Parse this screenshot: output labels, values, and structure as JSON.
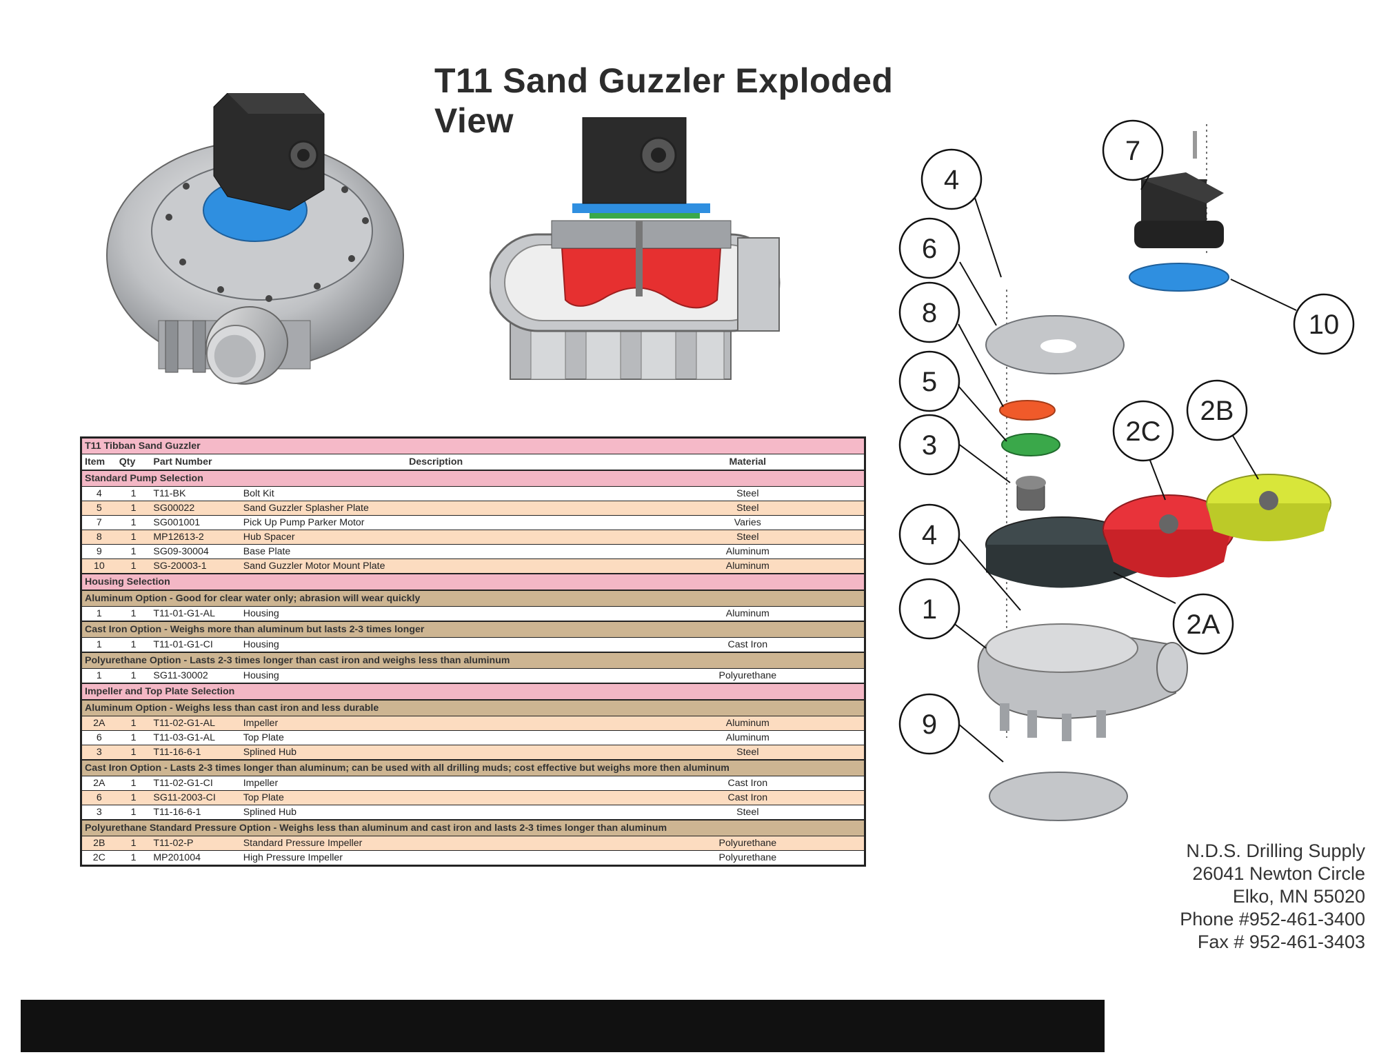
{
  "title": "T11 Sand Guzzler Exploded View",
  "table": {
    "title": "T11 Tibban Sand Guzzler",
    "headers": {
      "item": "Item",
      "qty": "Qty",
      "part": "Part Number",
      "desc": "Description",
      "mat": "Material"
    },
    "rows": [
      {
        "type": "section",
        "text": "Standard Pump Selection"
      },
      {
        "type": "item",
        "alt": false,
        "item": "4",
        "qty": "1",
        "part": "T11-BK",
        "desc": "Bolt Kit",
        "mat": "Steel"
      },
      {
        "type": "item",
        "alt": true,
        "item": "5",
        "qty": "1",
        "part": "SG00022",
        "desc": "Sand Guzzler Splasher Plate",
        "mat": "Steel"
      },
      {
        "type": "item",
        "alt": false,
        "item": "7",
        "qty": "1",
        "part": "SG001001",
        "desc": "Pick Up Pump Parker Motor",
        "mat": "Varies"
      },
      {
        "type": "item",
        "alt": true,
        "item": "8",
        "qty": "1",
        "part": "MP12613-2",
        "desc": "Hub Spacer",
        "mat": "Steel"
      },
      {
        "type": "item",
        "alt": false,
        "item": "9",
        "qty": "1",
        "part": "SG09-30004",
        "desc": "Base Plate",
        "mat": "Aluminum"
      },
      {
        "type": "item",
        "alt": true,
        "item": "10",
        "qty": "1",
        "part": "SG-20003-1",
        "desc": "Sand Guzzler Motor Mount Plate",
        "mat": "Aluminum"
      },
      {
        "type": "section",
        "text": "Housing Selection"
      },
      {
        "type": "option",
        "text": "Aluminum Option - Good for clear water only; abrasion will wear quickly"
      },
      {
        "type": "item",
        "alt": false,
        "item": "1",
        "qty": "1",
        "part": "T11-01-G1-AL",
        "desc": "Housing",
        "mat": "Aluminum"
      },
      {
        "type": "option",
        "text": "Cast Iron Option - Weighs more than aluminum but lasts 2-3 times longer"
      },
      {
        "type": "item",
        "alt": false,
        "item": "1",
        "qty": "1",
        "part": "T11-01-G1-CI",
        "desc": "Housing",
        "mat": "Cast Iron"
      },
      {
        "type": "option",
        "text": "Polyurethane Option - Lasts 2-3 times longer than cast iron and weighs less than aluminum"
      },
      {
        "type": "item",
        "alt": false,
        "item": "1",
        "qty": "1",
        "part": "SG11-30002",
        "desc": "Housing",
        "mat": "Polyurethane"
      },
      {
        "type": "section",
        "text": "Impeller and Top Plate Selection"
      },
      {
        "type": "option",
        "text": "Aluminum Option - Weighs less than cast iron and less durable"
      },
      {
        "type": "item",
        "alt": true,
        "item": "2A",
        "qty": "1",
        "part": "T11-02-G1-AL",
        "desc": "Impeller",
        "mat": "Aluminum"
      },
      {
        "type": "item",
        "alt": false,
        "item": "6",
        "qty": "1",
        "part": "T11-03-G1-AL",
        "desc": "Top Plate",
        "mat": "Aluminum"
      },
      {
        "type": "item",
        "alt": true,
        "item": "3",
        "qty": "1",
        "part": "T11-16-6-1",
        "desc": "Splined Hub",
        "mat": "Steel"
      },
      {
        "type": "option",
        "text": "Cast Iron Option - Lasts 2-3 times longer than aluminum; can be used with all drilling muds; cost effective but weighs more then aluminum"
      },
      {
        "type": "item",
        "alt": false,
        "item": "2A",
        "qty": "1",
        "part": "T11-02-G1-CI",
        "desc": "Impeller",
        "mat": "Cast Iron"
      },
      {
        "type": "item",
        "alt": true,
        "item": "6",
        "qty": "1",
        "part": "SG11-2003-CI",
        "desc": "Top Plate",
        "mat": "Cast Iron"
      },
      {
        "type": "item",
        "alt": false,
        "item": "3",
        "qty": "1",
        "part": "T11-16-6-1",
        "desc": "Splined Hub",
        "mat": "Steel"
      },
      {
        "type": "option",
        "text": "Polyurethane Standard Pressure Option - Weighs less than aluminum and cast iron and lasts 2-3 times longer than aluminum"
      },
      {
        "type": "item",
        "alt": true,
        "item": "2B",
        "qty": "1",
        "part": "T11-02-P",
        "desc": "Standard Pressure Impeller",
        "mat": "Polyurethane"
      },
      {
        "type": "item",
        "alt": false,
        "item": "2C",
        "qty": "1",
        "part": "MP201004",
        "desc": "High Pressure Impeller",
        "mat": "Polyurethane"
      }
    ]
  },
  "callouts": {
    "c4a": "4",
    "c6": "6",
    "c7": "7",
    "c8": "8",
    "c5": "5",
    "c3": "3",
    "c10": "10",
    "c2c": "2C",
    "c2b": "2B",
    "c4b": "4",
    "c1": "1",
    "c2a": "2A",
    "c9": "9"
  },
  "address": {
    "name": "N.D.S. Drilling Supply",
    "street": "26041 Newton Circle",
    "city": "Elko, MN  55020",
    "phone": "Phone #952-461-3400",
    "fax": "Fax # 952-461-3403"
  },
  "colors": {
    "title_row": "#f5b9c8",
    "section_row": "#f3b7c5",
    "option_row": "#cdb592",
    "alt_row": "#fcdcc0",
    "impeller_red": "#e8333a",
    "impeller_yellow": "#d8e63a",
    "spacer_orange": "#f05a2a",
    "splasher_green": "#3aa84a",
    "mount_blue": "#2f8fe0"
  }
}
